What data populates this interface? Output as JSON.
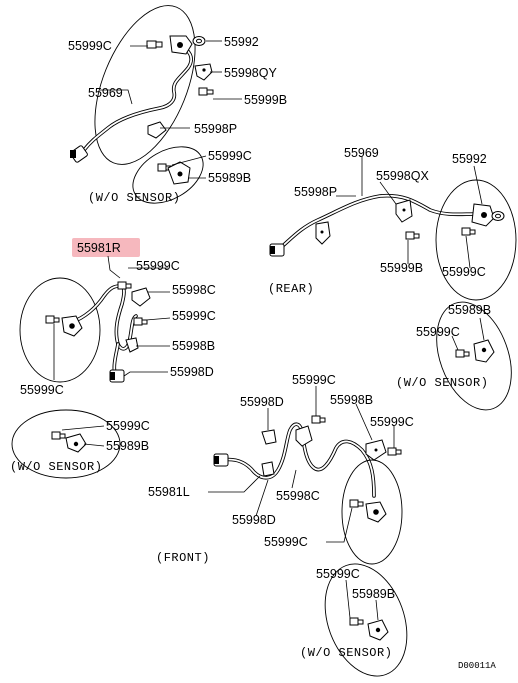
{
  "highlight_color": "#f6b8be",
  "labels": {
    "top_55999c": "55999C",
    "top_55992": "55992",
    "top_55998qy": "55998QY",
    "top_55969": "55969",
    "top_55999b": "55999B",
    "top_55998p": "55998P",
    "top_wo_55999c": "55999C",
    "top_wo_55989b": "55989B",
    "top_wo_sensor": "(W/O SENSOR)",
    "rear_55969": "55969",
    "rear_55992": "55992",
    "rear_55998p": "55998P",
    "rear_55998qx": "55998QX",
    "rear_55999b": "55999B",
    "rear_55999c": "55999C",
    "rear_caption": "(REAR)",
    "rear_wo_55989b": "55989B",
    "rear_wo_55999c": "55999C",
    "rear_wo_sensor": "(W/O SENSOR)",
    "fr_55981r": "55981R",
    "fr_55999c_a": "55999C",
    "fr_55998c": "55998C",
    "fr_55999c_b": "55999C",
    "fr_55998b": "55998B",
    "fr_55998d": "55998D",
    "fr_55999c_c": "55999C",
    "frwo_55999c": "55999C",
    "frwo_55989b": "55989B",
    "frwo_sensor": "(W/O SENSOR)",
    "fl_55999c_a": "55999C",
    "fl_55998d_a": "55998D",
    "fl_55998b": "55998B",
    "fl_55999c_b": "55999C",
    "fl_55981l": "55981L",
    "fl_55998c": "55998C",
    "fl_55998d_b": "55998D",
    "fl_55999c_c": "55999C",
    "front_caption": "(FRONT)",
    "flwo_55999c": "55999C",
    "flwo_55989b": "55989B",
    "flwo_sensor": "(W/O SENSOR)",
    "diagram_code": "D00011A"
  }
}
